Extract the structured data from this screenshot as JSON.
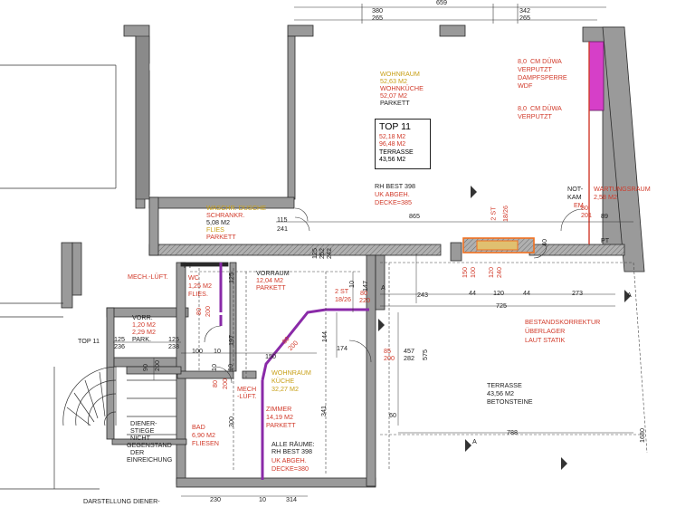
{
  "colors": {
    "wall_fill": "#9a9a9a",
    "wall_dark": "#2a2a2a",
    "red": "#d13a2a",
    "gold": "#c8a018",
    "purple": "#8a2aa8",
    "magenta": "#d63fc8",
    "orange": "#f07020"
  },
  "top_dims": {
    "d1": "380",
    "d2": "265",
    "d3": "342",
    "d4": "265",
    "d5": "659"
  },
  "unit_box": {
    "title": "TOP 11",
    "area1": "52,18 M2",
    "area2": "96,48 M2",
    "terrace_label": "TERRASSE",
    "terrace_area": "43,56 M2"
  },
  "living": {
    "name": "WOHNRAUM",
    "area": "52,63 M2",
    "kitchen": "WOHNKÜCHE",
    "kitchen_area": "52,07 M2",
    "floor": "PARKETT"
  },
  "notes_wall": {
    "line1": "8,0  CM DÜWA",
    "line2": "VERPUTZT",
    "line3": "DAMPFSPERRE",
    "line4": "WDF",
    "line5": "8,0  CM DÜWA",
    "line6": "VERPUTZT"
  },
  "rh_note": {
    "line1": "RH BEST 398",
    "line2": "UK ABGEH.",
    "line3": "DECKE=385"
  },
  "utility": {
    "notkam": "NOT-",
    "notkam2": "KAM",
    "notkam3": "EM",
    "name": "WARTUNGSRAUM",
    "area": "2,58 M2"
  },
  "wasch": {
    "line1": "WASCHR. DUSCHE",
    "line2": "SCHRANKR.",
    "area": "5,08 M2",
    "floor1": "FLIES",
    "floor2": "PARKETT"
  },
  "dims_mid": {
    "d115": "115",
    "d241": "241",
    "d865": "865",
    "d2st": "2 ST",
    "d18": "18/26",
    "d40": "40",
    "d89": "89",
    "d80": "80",
    "d201": "201",
    "d125": "125",
    "d252": "252",
    "d242": "242",
    "d243": "243",
    "d44a": "44",
    "d120": "120",
    "d44b": "44",
    "d273": "273",
    "d725": "725",
    "d147": "147",
    "d10a": "10",
    "d220": "220",
    "d150": "150",
    "d174": "174",
    "d144": "144",
    "d457": "457",
    "d282": "282",
    "d575": "575",
    "d60": "60",
    "d788": "788",
    "d1680": "1680",
    "d100": "100",
    "d10b": "10",
    "d197": "197",
    "d236": "236",
    "d238": "238",
    "d90": "90",
    "d200": "200",
    "d300": "300",
    "d341": "341",
    "d230": "230",
    "d10c": "10",
    "d314": "314",
    "d10d": "10",
    "d125b": "125",
    "d125c": "125",
    "d100b": "100",
    "d85": "85",
    "d200b": "200",
    "d80b": "80",
    "d200c": "200",
    "d80c": "80",
    "d200d": "200",
    "d240": "240",
    "d150b": "150",
    "d100c": "100"
  },
  "rooms": {
    "mech": "MECH.-LÜFT.",
    "pt1": "PT",
    "pt2": "PT",
    "wc": "WC",
    "wc_area": "1,25 M2",
    "wc_floor": "FLIES.",
    "vorraum": "VORRAUM",
    "vorraum_area": "12,04 M2",
    "vorraum_floor": "PARKETT",
    "vorr": "VORR.",
    "vorr_area1": "1,20 M2",
    "vorr_area2": "2,29 M2",
    "park": "PARK.",
    "top11": "TOP 11",
    "mech2a": "MECH",
    "mech2b": "-LÜFT.",
    "wohnraum": "WOHNRAUM",
    "kueche": "KÜCHE",
    "kueche_area": "32,27 M2",
    "zimmer": "ZIMMER",
    "zimmer_area": "14,19 M2",
    "zimmer_floor": "PARKETT",
    "bad": "BAD",
    "bad_area": "6,90 M2",
    "bad_floor": "FLIESEN",
    "alle1": "ALLE RÄUME:",
    "alle2": "RH BEST 398",
    "alle3": "UK ABGEH.",
    "alle4": "DECKE=380",
    "terrasse": "TERRASSE",
    "terrasse_area": "43,56 M2",
    "beton": "BETONSTEINE",
    "stiege1": "DIENER-",
    "stiege2": "STIEGE",
    "stiege3": "NICHT",
    "stiege4": "GEGENSTAND",
    "stiege5": "DER",
    "stiege6": "EINREICHUNG",
    "darstellung": "DARSTELLUNG DIENER-",
    "bestand1": "BESTANDSKORREKTUR",
    "bestand2": "ÜBERLAGER",
    "bestand3": "LAUT STATIK",
    "a_mark": "A",
    "st2": "2 ST",
    "st18": "18/26"
  }
}
